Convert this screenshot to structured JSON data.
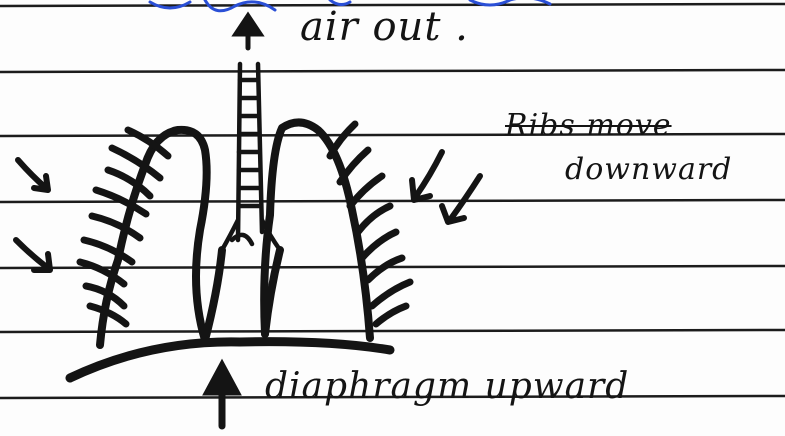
{
  "labels": {
    "top_fragment": "",
    "air_out": "air out .",
    "ribs_line1": "Ribs move",
    "ribs_line2": "downward",
    "diaphragm": "diaphragm upward"
  },
  "colors": {
    "ink": "#141414",
    "ruled_line": "#1c1c1c",
    "blue_ink": "#2a4fd6",
    "paper": "#fdfdfd"
  },
  "icons": [
    "up-arrow-icon",
    "right-arrow-icon",
    "down-left-arrow-icon"
  ]
}
